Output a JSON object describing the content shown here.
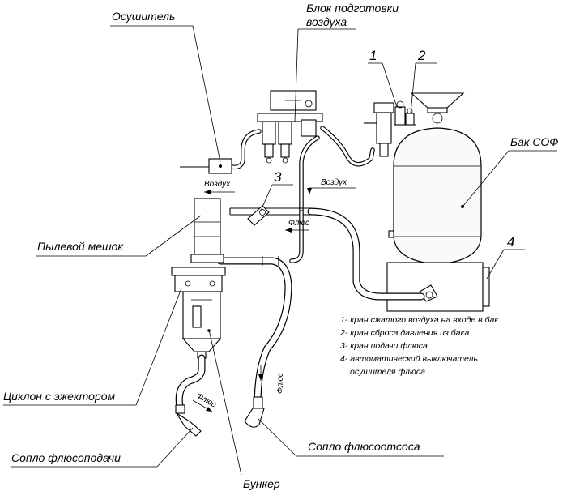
{
  "labels": {
    "dryer": "Осушитель",
    "air_prep_line1": "Блок подготовки",
    "air_prep_line2": "воздуха",
    "tank": "Бак СОФ",
    "dust_bag": "Пылевой мешок",
    "cyclone": "Циклон с эжектором",
    "feed_nozzle": "Сопло флюсоподачи",
    "hopper": "Бункер",
    "suction_nozzle": "Сопло флюсоотсоса"
  },
  "numbers": {
    "n1": "1",
    "n2": "2",
    "n3": "3",
    "n4": "4"
  },
  "flow": {
    "air_left": "Воздух",
    "air_right": "Воздух",
    "flux_mid": "Флюс",
    "flux_vertical": "Флюс",
    "flux_cyclone": "Флюс"
  },
  "legend": [
    "1- кран сжатого воздуха на входе в бак",
    "2- кран сброса давления из бака",
    "3- кран подачи флюса",
    "4- автоматический выключатель",
    "осушителя флюса"
  ],
  "colors": {
    "ink": "#000000",
    "background": "#ffffff"
  }
}
